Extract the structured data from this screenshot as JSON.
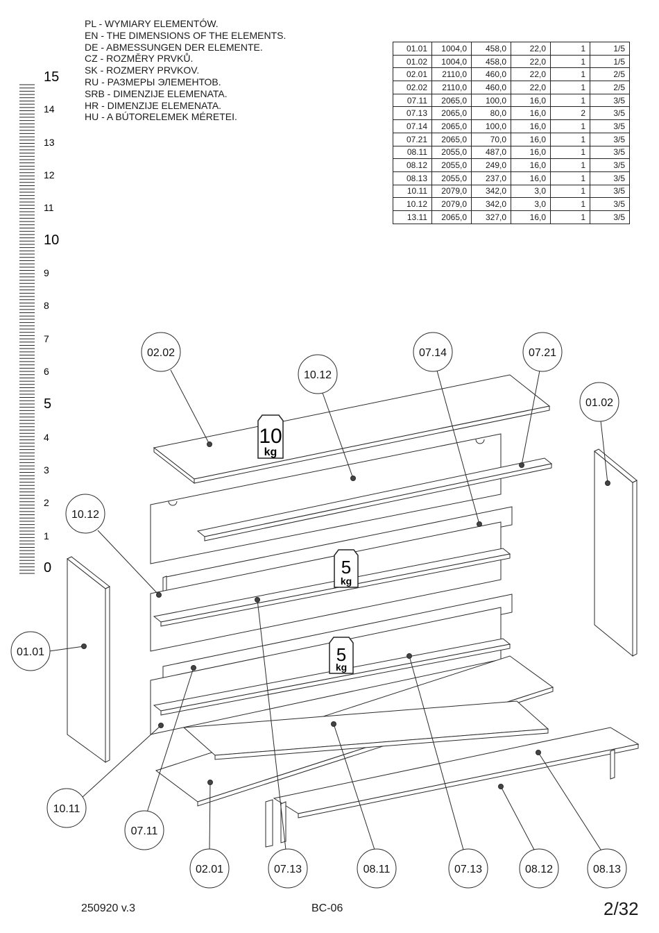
{
  "legend": [
    "PL - WYMIARY ELEMENTÓW.",
    "EN - THE DIMENSIONS OF THE ELEMENTS.",
    "DE - ABMESSUNGEN DER ELEMENTE.",
    "CZ - ROZMĚRY PRVKŮ.",
    "SK - ROZMERY PRVKOV.",
    "RU - РАЗМЕРЫ ЭЛЕМЕНТОВ.",
    "SRB - DIMENZIJE ELEMENATA.",
    "HR - DIMENZIJE ELEMENATA.",
    "HU - A BÚTORELEMEK MÉRETEI."
  ],
  "dimensions_table": [
    [
      "01.01",
      "1004,0",
      "458,0",
      "22,0",
      "1",
      "1/5"
    ],
    [
      "01.02",
      "1004,0",
      "458,0",
      "22,0",
      "1",
      "1/5"
    ],
    [
      "02.01",
      "2110,0",
      "460,0",
      "22,0",
      "1",
      "2/5"
    ],
    [
      "02.02",
      "2110,0",
      "460,0",
      "22,0",
      "1",
      "2/5"
    ],
    [
      "07.11",
      "2065,0",
      "100,0",
      "16,0",
      "1",
      "3/5"
    ],
    [
      "07.13",
      "2065,0",
      "80,0",
      "16,0",
      "2",
      "3/5"
    ],
    [
      "07.14",
      "2065,0",
      "100,0",
      "16,0",
      "1",
      "3/5"
    ],
    [
      "07.21",
      "2065,0",
      "70,0",
      "16,0",
      "1",
      "3/5"
    ],
    [
      "08.11",
      "2055,0",
      "487,0",
      "16,0",
      "1",
      "3/5"
    ],
    [
      "08.12",
      "2055,0",
      "249,0",
      "16,0",
      "1",
      "3/5"
    ],
    [
      "08.13",
      "2055,0",
      "237,0",
      "16,0",
      "1",
      "3/5"
    ],
    [
      "10.11",
      "2079,0",
      "342,0",
      "3,0",
      "1",
      "3/5"
    ],
    [
      "10.12",
      "2079,0",
      "342,0",
      "3,0",
      "1",
      "3/5"
    ],
    [
      "13.11",
      "2065,0",
      "327,0",
      "16,0",
      "1",
      "3/5"
    ]
  ],
  "ruler_labels": [
    "15",
    "14",
    "13",
    "12",
    "11",
    "10",
    "9",
    "8",
    "7",
    "6",
    "5",
    "4",
    "3",
    "2",
    "1",
    "0"
  ],
  "callouts": {
    "c0202": "02.02",
    "c1012a": "10.12",
    "c0714": "07.14",
    "c0721": "07.21",
    "c0102": "01.02",
    "c1012b": "10.12",
    "c0101": "01.01",
    "c1011": "10.11",
    "c0711": "07.11",
    "c0201": "02.01",
    "c0713a": "07.13",
    "c0811": "08.11",
    "c0713b": "07.13",
    "c0812": "08.12",
    "c0813": "08.13"
  },
  "weights": {
    "top_value": "10",
    "mid_value": "5",
    "low_value": "5",
    "unit": "kg"
  },
  "footer": {
    "code": "250920  v.3",
    "model": "BC-06",
    "page": "2/32"
  }
}
